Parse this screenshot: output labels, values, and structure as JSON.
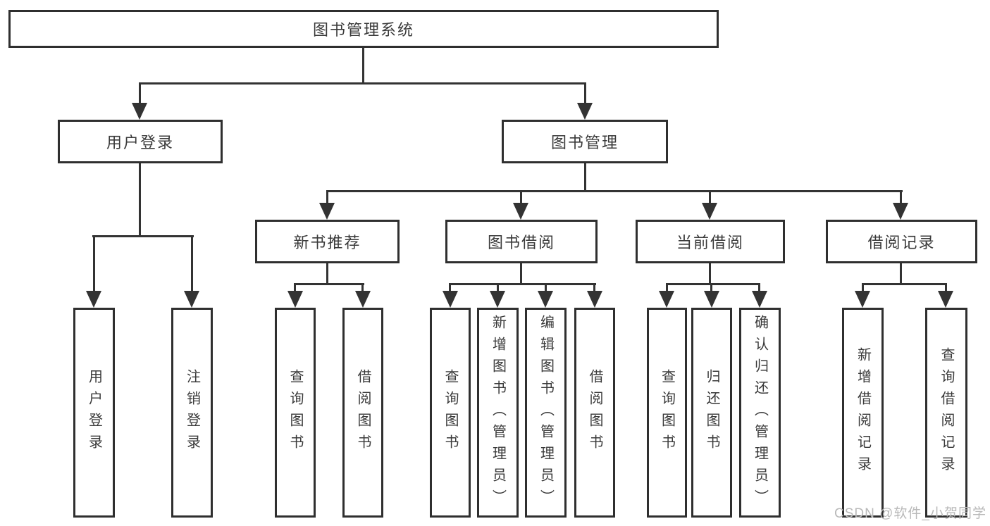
{
  "nodes": {
    "root": "图书管理系统",
    "level2": [
      "用户登录",
      "图书管理"
    ],
    "level3": [
      "新书推荐",
      "图书借阅",
      "当前借阅",
      "借阅记录"
    ],
    "leaves": [
      "用户登录",
      "注销登录",
      "查询图书",
      "借阅图书",
      "查询图书",
      "新增图书（管理员）",
      "编辑图书（管理员）",
      "借阅图书",
      "查询图书",
      "归还图书",
      "确认归还（管理员）",
      "新增借阅记录",
      "查询借阅记录"
    ]
  },
  "watermark": "CSDN @软件_小贺同学",
  "colors": {
    "line": "#333333",
    "box_border": "#2f2f2f",
    "text": "#3a3a3a",
    "watermark": "#b9b9b9",
    "background": "#ffffff"
  }
}
